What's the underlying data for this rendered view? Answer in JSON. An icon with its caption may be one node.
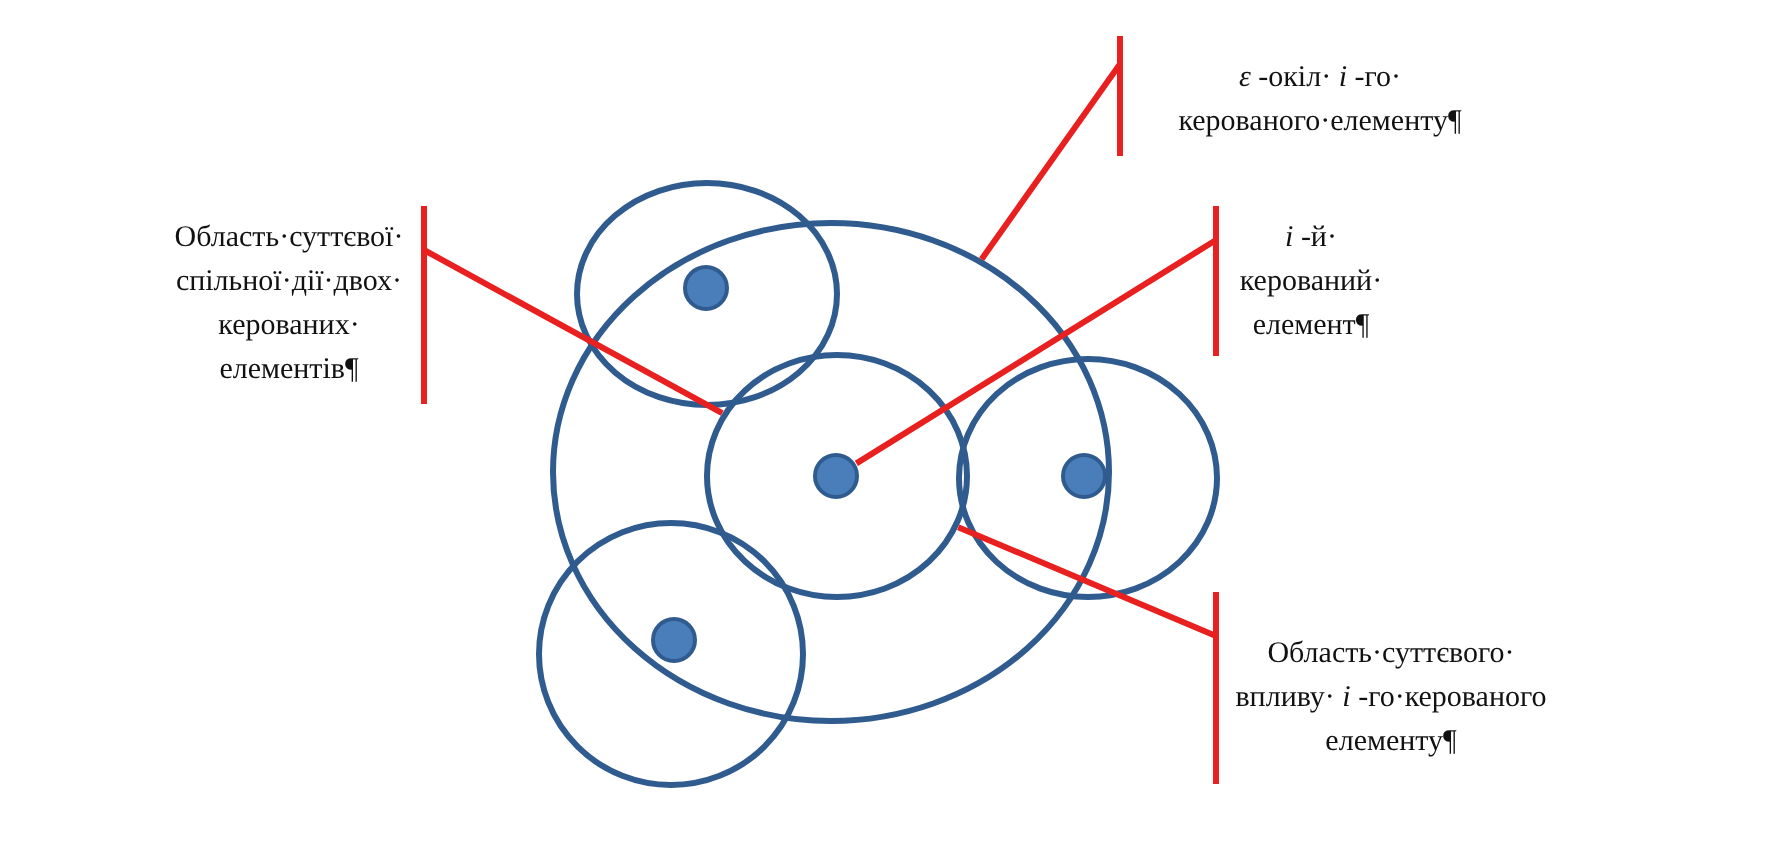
{
  "diagram": {
    "nodes": [
      {
        "text": [
          "Область·суттєвої· спільної·дії·двох· керованих· елементів¶"
        ]
      },
      {
        "text": [
          "*ε* -окіл· *i* -го· керованого·елементу¶"
        ]
      },
      {
        "text": [
          "*i* -й· керований· елемент¶"
        ]
      },
      {
        "text": [
          "Область·суттєвого· впливу· *i* -го·керованого елементу¶"
        ]
      },
      {
        "text": [],
        "shape": "circle"
      },
      {
        "text": [],
        "shape": "circle"
      },
      {
        "text": [],
        "shape": "circle",
        "in": 4
      },
      {
        "text": [],
        "shape": "circle"
      },
      {
        "text": [],
        "shape": "circle"
      },
      {
        "text": [],
        "shape": "circle",
        "in": 5
      },
      {
        "text": [],
        "shape": "circle",
        "in": 6
      },
      {
        "text": [],
        "shape": "circle"
      },
      {
        "text": [],
        "shape": "circle"
      }
    ],
    "edges": [
      {
        "from": 0,
        "to": 6,
        "arrow": "none"
      },
      {
        "from": 1,
        "to": 4,
        "arrow": "none"
      },
      {
        "from": 2,
        "to": 10,
        "arrow": "none"
      },
      {
        "from": 3,
        "to": 6,
        "arrow": "none"
      }
    ]
  }
}
